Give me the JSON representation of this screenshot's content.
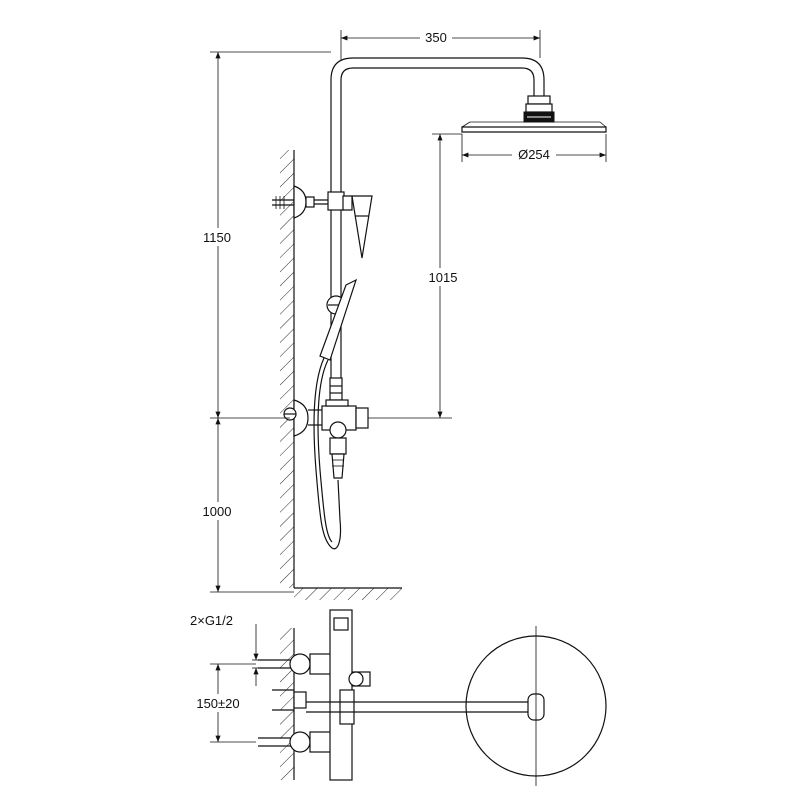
{
  "dimensions": {
    "arm_length": "350",
    "head_diameter": "Ø254",
    "total_height": "1150",
    "head_to_mixer": "1015",
    "floor_to_mixer": "1000",
    "connection_thread": "2×G1/2",
    "inlet_spacing": "150±20"
  }
}
